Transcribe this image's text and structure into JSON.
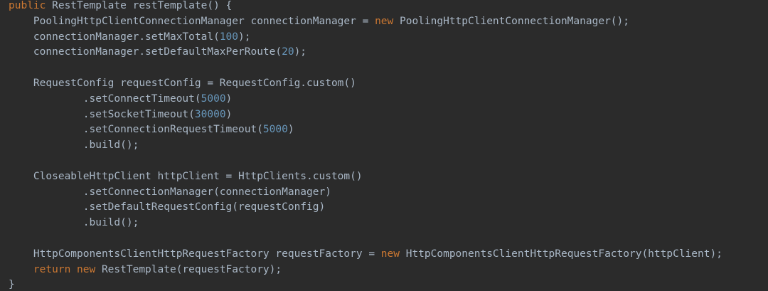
{
  "editor": {
    "theme": {
      "background": "#2b2b2b",
      "text": "#a9b7c6",
      "keyword": "#cc7832",
      "number": "#6897bb"
    },
    "lines": [
      [
        {
          "t": "kw",
          "v": "public "
        },
        {
          "t": "txt",
          "v": "RestTemplate restTemplate() {"
        }
      ],
      [
        {
          "t": "txt",
          "v": "    PoolingHttpClientConnectionManager connectionManager = "
        },
        {
          "t": "kw",
          "v": "new "
        },
        {
          "t": "txt",
          "v": "PoolingHttpClientConnectionManager();"
        }
      ],
      [
        {
          "t": "txt",
          "v": "    connectionManager.setMaxTotal("
        },
        {
          "t": "num",
          "v": "100"
        },
        {
          "t": "txt",
          "v": ");"
        }
      ],
      [
        {
          "t": "txt",
          "v": "    connectionManager.setDefaultMaxPerRoute("
        },
        {
          "t": "num",
          "v": "20"
        },
        {
          "t": "txt",
          "v": ");"
        }
      ],
      [],
      [
        {
          "t": "txt",
          "v": "    RequestConfig requestConfig = RequestConfig.custom()"
        }
      ],
      [
        {
          "t": "txt",
          "v": "            .setConnectTimeout("
        },
        {
          "t": "num",
          "v": "5000"
        },
        {
          "t": "txt",
          "v": ")"
        }
      ],
      [
        {
          "t": "txt",
          "v": "            .setSocketTimeout("
        },
        {
          "t": "num",
          "v": "30000"
        },
        {
          "t": "txt",
          "v": ")"
        }
      ],
      [
        {
          "t": "txt",
          "v": "            .setConnectionRequestTimeout("
        },
        {
          "t": "num",
          "v": "5000"
        },
        {
          "t": "txt",
          "v": ")"
        }
      ],
      [
        {
          "t": "txt",
          "v": "            .build();"
        }
      ],
      [],
      [
        {
          "t": "txt",
          "v": "    CloseableHttpClient httpClient = HttpClients.custom()"
        }
      ],
      [
        {
          "t": "txt",
          "v": "            .setConnectionManager(connectionManager)"
        }
      ],
      [
        {
          "t": "txt",
          "v": "            .setDefaultRequestConfig(requestConfig)"
        }
      ],
      [
        {
          "t": "txt",
          "v": "            .build();"
        }
      ],
      [],
      [
        {
          "t": "txt",
          "v": "    HttpComponentsClientHttpRequestFactory requestFactory = "
        },
        {
          "t": "kw",
          "v": "new "
        },
        {
          "t": "txt",
          "v": "HttpComponentsClientHttpRequestFactory(httpClient);"
        }
      ],
      [
        {
          "t": "txt",
          "v": "    "
        },
        {
          "t": "kw",
          "v": "return new "
        },
        {
          "t": "txt",
          "v": "RestTemplate(requestFactory);"
        }
      ],
      [
        {
          "t": "txt",
          "v": "}"
        }
      ]
    ]
  }
}
